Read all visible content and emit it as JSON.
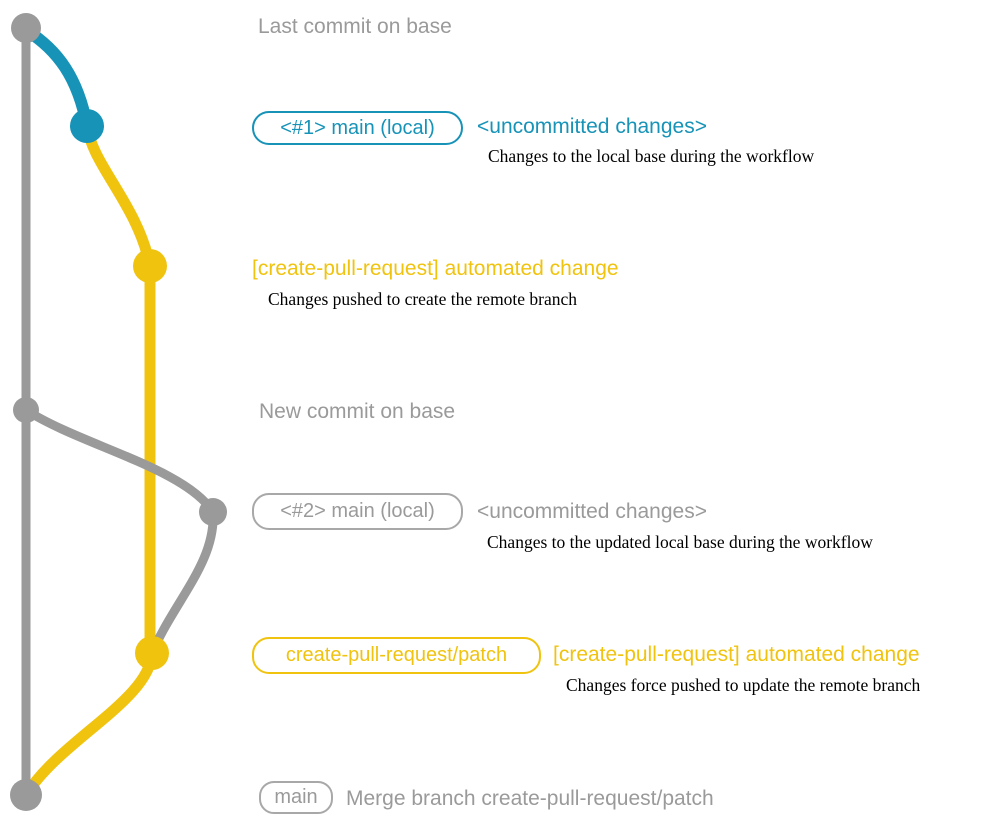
{
  "colors": {
    "gray": "#9a9a9a",
    "gray_border": "#a8a8a8",
    "teal": "#1793b8",
    "yellow": "#f0c30f",
    "note_text": "#000000",
    "background": "#ffffff"
  },
  "graph": {
    "branches": [
      {
        "name": "base",
        "color_key": "gray"
      },
      {
        "name": "main (local)",
        "color_key": "teal"
      },
      {
        "name": "create-pull-request/patch",
        "color_key": "yellow"
      }
    ]
  },
  "annotations": {
    "last_commit": {
      "label": "Last commit on base"
    },
    "main_local_1": {
      "badge": "<#1> main (local)",
      "status": "<uncommitted changes>",
      "note": "Changes to the local base during the workflow"
    },
    "automated_change_1": {
      "label": "[create-pull-request] automated change",
      "note": "Changes pushed to create the remote branch"
    },
    "new_commit": {
      "label": "New commit on base"
    },
    "main_local_2": {
      "badge": "<#2> main (local)",
      "status": "<uncommitted changes>",
      "note": "Changes to the updated local base during the workflow"
    },
    "automated_change_2": {
      "badge": "create-pull-request/patch",
      "label": "[create-pull-request] automated change",
      "note": "Changes force pushed to update the remote branch"
    },
    "merge": {
      "badge": "main",
      "label": "Merge branch create-pull-request/patch"
    }
  }
}
